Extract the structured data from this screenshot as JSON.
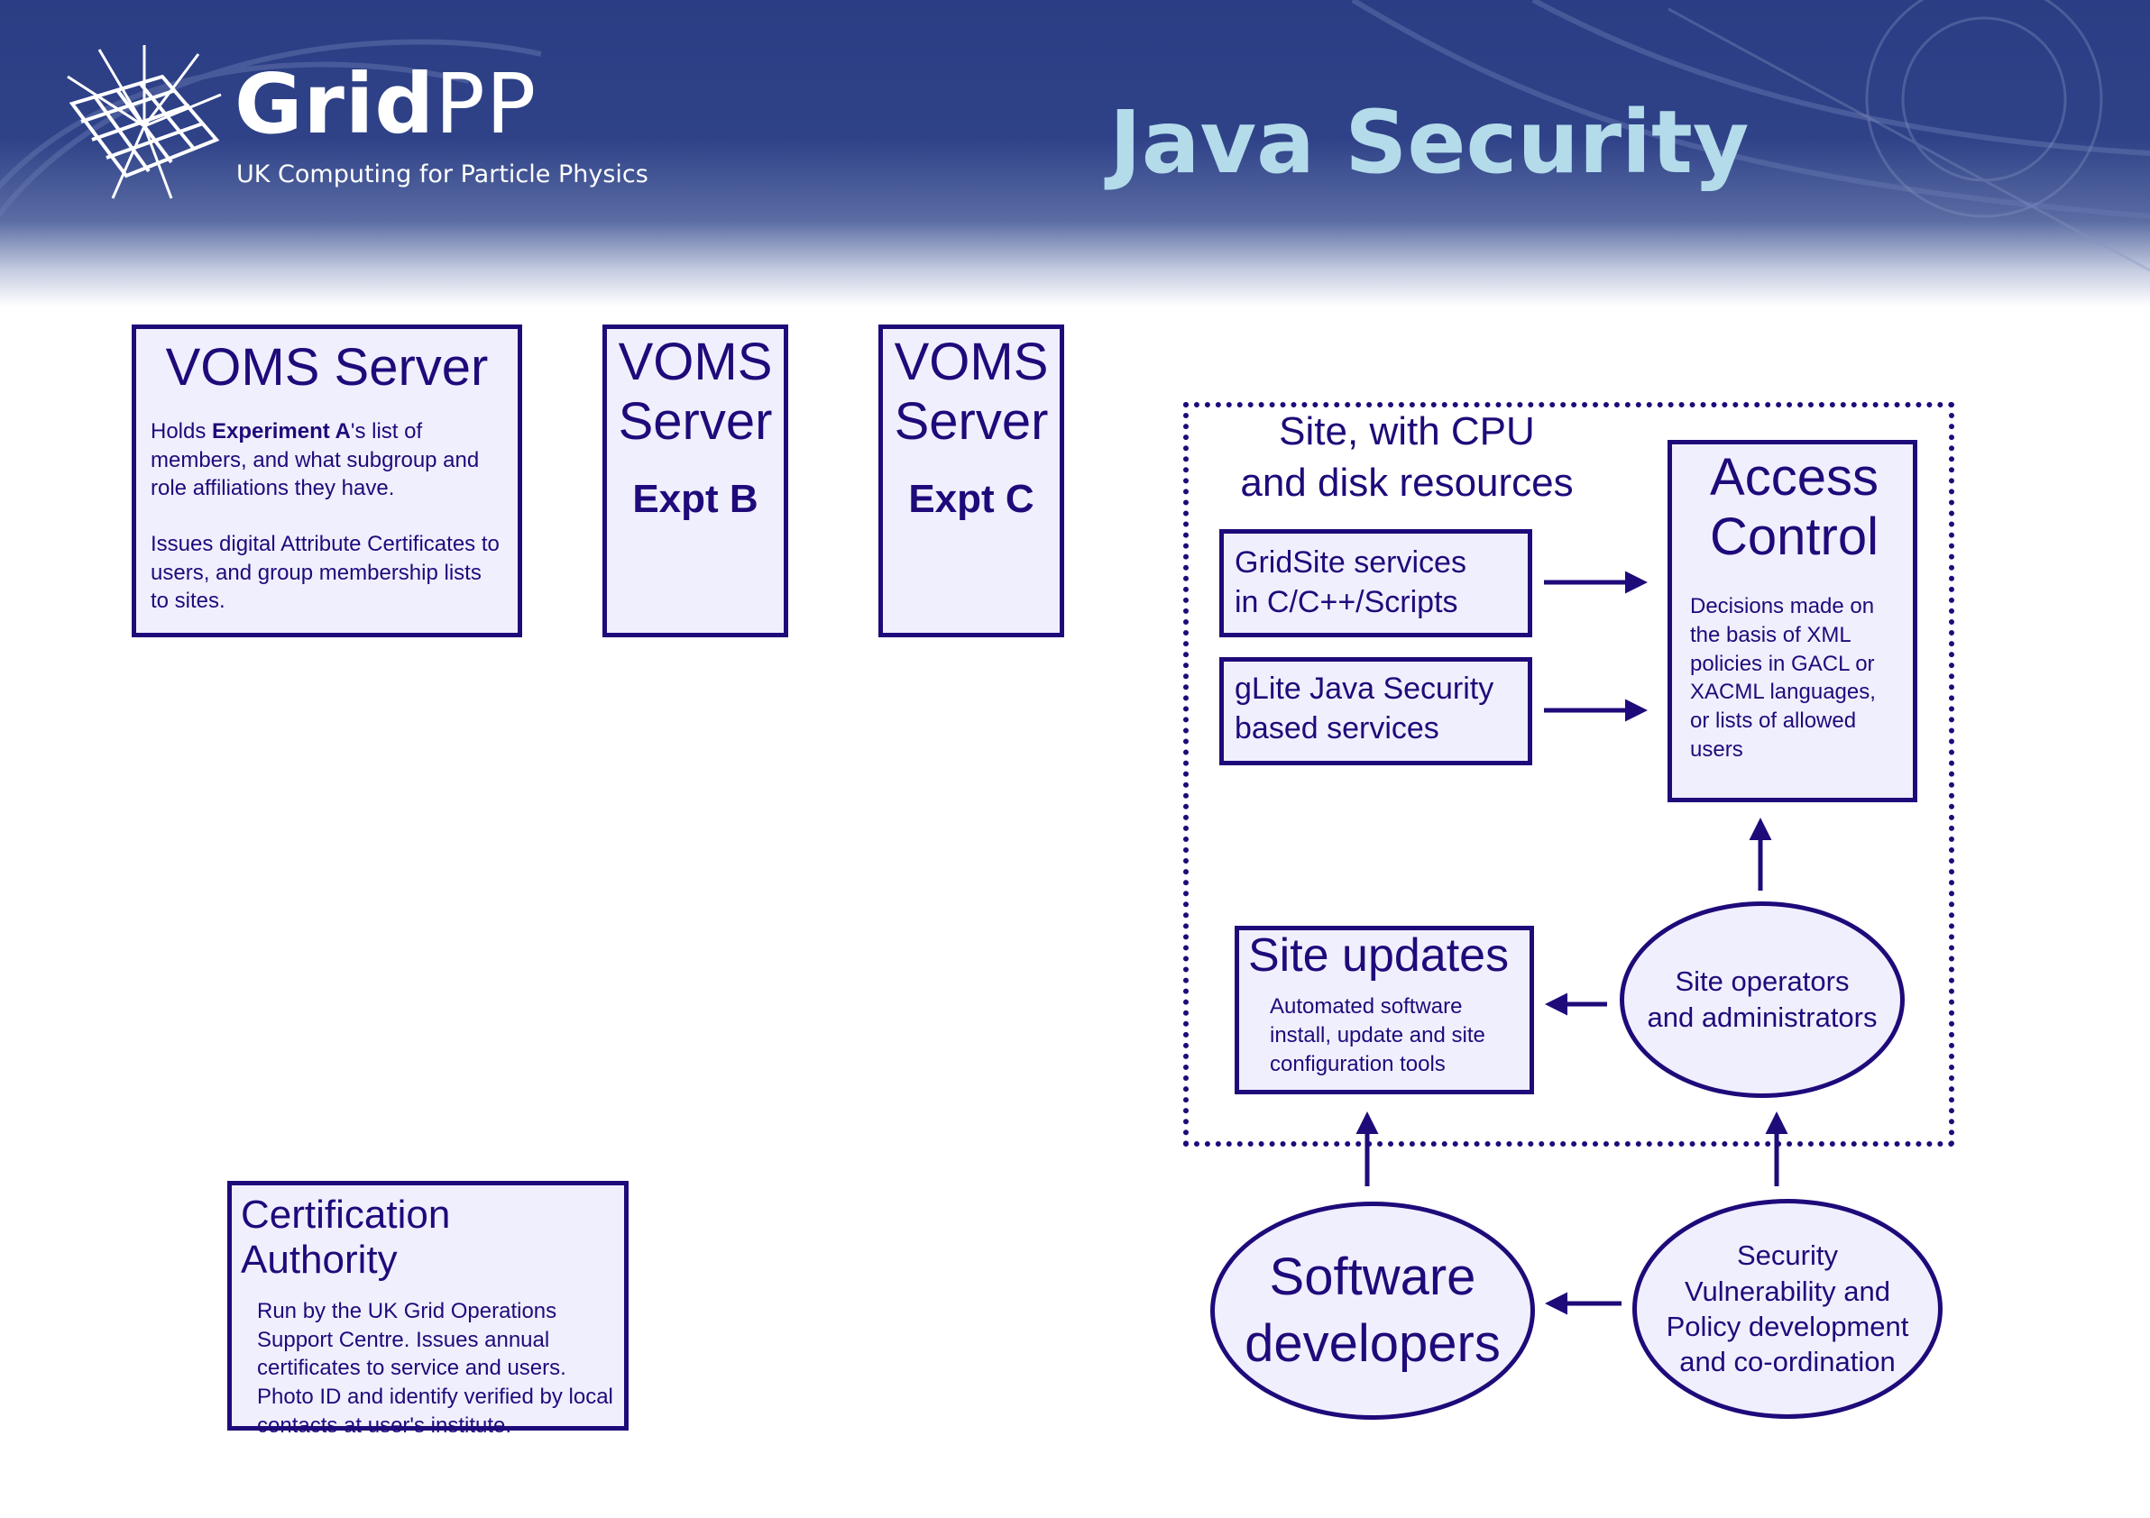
{
  "header": {
    "logo_word_bold": "Grid",
    "logo_word_light": "PP",
    "logo_subtitle": "UK Computing for Particle Physics",
    "title": "Java Security"
  },
  "voms_a": {
    "title": "VOMS Server",
    "para1_pre": "Holds ",
    "para1_bold": "Experiment A",
    "para1_post": "'s list of members, and what subgroup and role affiliations they have.",
    "para2": "Issues digital Attribute Certificates to users, and group membership lists to sites."
  },
  "voms_b": {
    "line1": "VOMS",
    "line2": "Server",
    "expt": "Expt B"
  },
  "voms_c": {
    "line1": "VOMS",
    "line2": "Server",
    "expt": "Expt C"
  },
  "ca": {
    "title": "Certification Authority",
    "body": "Run by the UK Grid Operations Support Centre. Issues annual certificates to service and users. Photo ID and identify verified by local contacts at user's institute."
  },
  "site": {
    "label_line1": "Site, with CPU",
    "label_line2": "and disk resources"
  },
  "gridsite": {
    "line1": "GridSite services",
    "line2": "in C/C++/Scripts"
  },
  "glite": {
    "line1": "gLite Java Security",
    "line2": "based services"
  },
  "access_control": {
    "line1": "Access",
    "line2": "Control",
    "body": "Decisions made on the basis of XML policies in GACL or XACML languages, or lists of allowed users"
  },
  "site_updates": {
    "title": "Site updates",
    "body": "Automated software install, update and site configuration tools"
  },
  "site_operators": {
    "line1": "Site operators",
    "line2": "and administrators"
  },
  "software_devs": {
    "line1": "Software",
    "line2": "developers"
  },
  "security_vuln": {
    "line1": "Security",
    "line2": "Vulnerability and",
    "line3": "Policy development",
    "line4": "and co-ordination"
  },
  "colors": {
    "ink": "#1f0a7a",
    "box_fill": "#f0effe",
    "title": "#b3dbea",
    "banner": "#2f4288"
  }
}
